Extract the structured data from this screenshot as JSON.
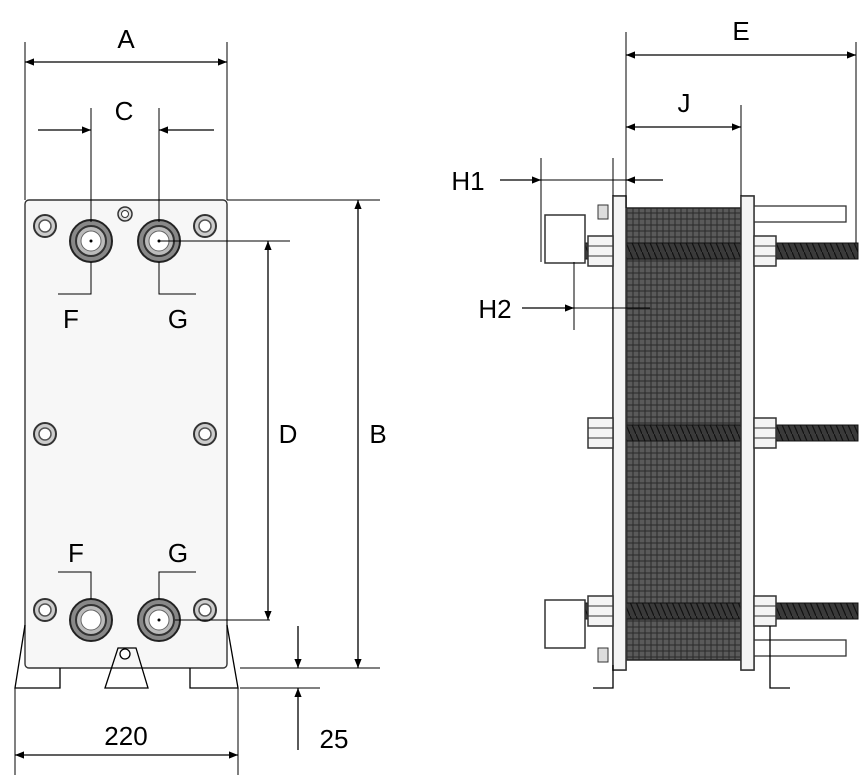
{
  "front_view": {
    "labels": {
      "A": "A",
      "C": "C",
      "F_top": "F",
      "G_top": "G",
      "D": "D",
      "B": "B",
      "F_bottom": "F",
      "G_bottom": "G",
      "width_220": "220",
      "height_25": "25"
    }
  },
  "side_view": {
    "labels": {
      "E": "E",
      "J": "J",
      "H1": "H1",
      "H2": "H2"
    }
  }
}
